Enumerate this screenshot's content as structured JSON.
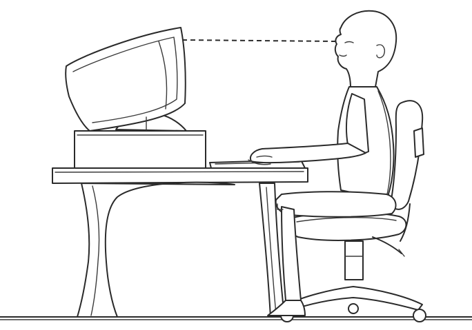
{
  "illustration": {
    "subject": "ergonomic-workstation-posture",
    "elements": [
      "monitor",
      "computer-case",
      "keyboard",
      "desk",
      "seated-person",
      "office-chair",
      "floor",
      "eye-level-sightline"
    ],
    "sightline_style": "dashed",
    "colors": {
      "line": "#2a2a2a",
      "background": "#ffffff"
    }
  }
}
